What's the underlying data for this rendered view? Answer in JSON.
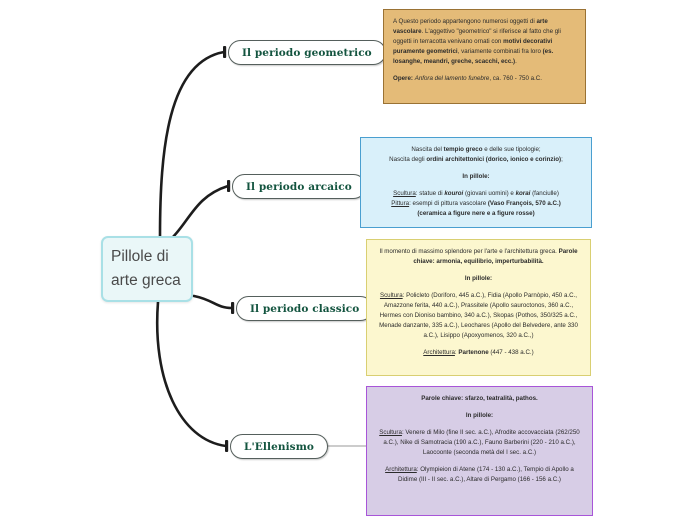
{
  "central": {
    "line1": "Pillole di",
    "line2": "arte greca",
    "fill": "#eaf7f8",
    "border": "#a9e0e6"
  },
  "branches": [
    {
      "id": "geometrico",
      "label": "Il periodo geometrico"
    },
    {
      "id": "arcaico",
      "label": "Il periodo arcaico"
    },
    {
      "id": "classico",
      "label": "Il periodo classico"
    },
    {
      "id": "ellenismo",
      "label": "L'Ellenismo"
    }
  ],
  "boxes": {
    "geometrico": {
      "fill": "#e4bb78",
      "border": "#9a7234",
      "intro_1": "A Questo periodo appartengono numerosi oggetti di ",
      "intro_b1": "arte vascolare",
      "intro_2": ". L'aggettivo \"geometrico\" si riferisce al fatto che gli oggetti in terracotta venivano ornati con ",
      "intro_b2": "motivi decorativi puramente geometrici",
      "intro_3": ", variamente combinati fra loro ",
      "intro_b3": "(es. losanghe, meandri, greche, scacchi, ecc.)",
      "intro_4": ".",
      "opere_label": "Opere:",
      "opere_italic": "Anfora del lamento funebre",
      "opere_rest": ", ca. 760 - 750 a.C."
    },
    "arcaico": {
      "fill": "#d9f0fa",
      "border": "#4a9fd0",
      "l1_a": "Nascita del ",
      "l1_b": "tempio greco",
      "l1_c": " e delle sue tipologie;",
      "l2_a": "Nascita degli ",
      "l2_b": "ordini architettonici (dorico, ionico e corinzio)",
      "l2_c": ";",
      "in_pillole": "In pillole:",
      "scultura_label": "Scultura",
      "scultura_a": ": statue di ",
      "scultura_i1": "kouroi",
      "scultura_b": " (giovani uomini) e ",
      "scultura_i2": "korai",
      "scultura_c": " (fanciulle)",
      "pittura_label": "Pittura",
      "pittura_a": ": esempi di pittura vascolare ",
      "pittura_b": "(Vaso François, 570 a.C.)",
      "pittura_c": "(ceramica a figure nere e a figure rosse)"
    },
    "classico": {
      "fill": "#fcf7cf",
      "border": "#d9cf72",
      "intro_a": "Il momento di massimo splendore per l'arte e l'architettura greca. ",
      "intro_b": "Parole chiave: armonia, equilibrio, imperturbabilità.",
      "in_pillole": "In pillole:",
      "scultura_label": "Scultura",
      "scultura_text": ": Policleto (Doriforo, 445 a.C.), Fidia (Apollo Parnòpio, 450 a.C., Amazzone ferita, 440 a.C.), Prassitele (Apollo sauroctonos, 360 a.C., Hermes con Dioniso bambino, 340 a.C.), Skopas (Pothos, 350/325 a.C., Menade danzante, 335 a.C.), Leochares (Apollo del Belvedere, ante 330 a.C.), Lisippo (Apoxyomenos, 320 a.C.,)",
      "architettura_label": "Architettura",
      "architettura_a": ": ",
      "architettura_b": "Partenone",
      "architettura_c": " (447 - 438 a.C.)"
    },
    "ellenismo": {
      "fill": "#d7cde6",
      "border": "#a855d8",
      "parole_chiave": "Parole chiave: sfarzo, teatralità, pathos.",
      "in_pillole": "In pillole:",
      "scultura_label": "Scultura",
      "scultura_text": ": Venere di Milo (fine II sec. a.C.), Afrodite accovacciata (262/250 a.C.), Nike di Samotracia (190 a.C.), Fauno Barberini (220 - 210 a.C.), Laocoonte (seconda metà del I sec. a.C.)",
      "architettura_label": "Architettura",
      "architettura_text": ": Olympieion di Atene (174 - 130 a.C.), Tempio di Apollo a Didime (III - II sec. a.C.), Altare di Pergamo (166 - 156 a.C.)"
    }
  }
}
